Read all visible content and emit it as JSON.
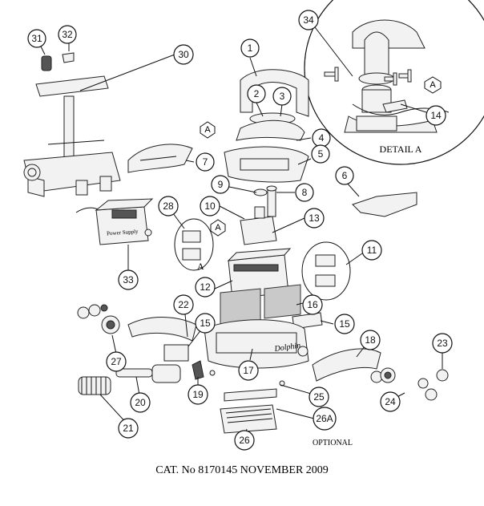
{
  "callouts": {
    "c1": "1",
    "c2": "2",
    "c3": "3",
    "c4": "4",
    "c5": "5",
    "c6": "6",
    "c7": "7",
    "c8": "8",
    "c9": "9",
    "c10": "10",
    "c11": "11",
    "c12": "12",
    "c13": "13",
    "c14": "14",
    "c15a": "15",
    "c15b": "15",
    "c16": "16",
    "c17": "17",
    "c18": "18",
    "c19": "19",
    "c20": "20",
    "c21": "21",
    "c22": "22",
    "c23": "23",
    "c24": "24",
    "c25": "25",
    "c26": "26",
    "c26a": "26A",
    "c27": "27",
    "c28": "28",
    "c30": "30",
    "c31": "31",
    "c32": "32",
    "c33": "33",
    "c34": "34"
  },
  "markers": {
    "hex_detail": "A",
    "hex_top": "A",
    "hex_mid": "A",
    "mid_letter": "A"
  },
  "labels": {
    "detail": "DETAIL A",
    "optional": "OPTIONAL",
    "catalog": "CAT. No 8170145 NOVEMBER 2009",
    "power_supply": "Power Supply",
    "logo": "Dolphin"
  }
}
